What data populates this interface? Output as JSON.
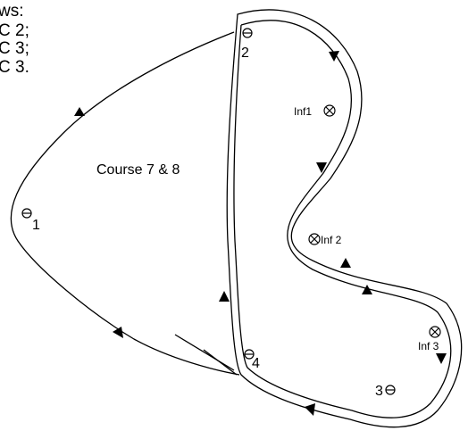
{
  "legend_lines": [
    "ws:",
    "C 2;",
    "C 3;",
    "C 3."
  ],
  "course_label": "Course 7 & 8",
  "marks": {
    "mark1": "1",
    "mark2": "2",
    "mark3": "3",
    "mark4": "4",
    "inf1": "Inf1",
    "inf2": "Inf 2",
    "inf3": "Inf 3"
  }
}
